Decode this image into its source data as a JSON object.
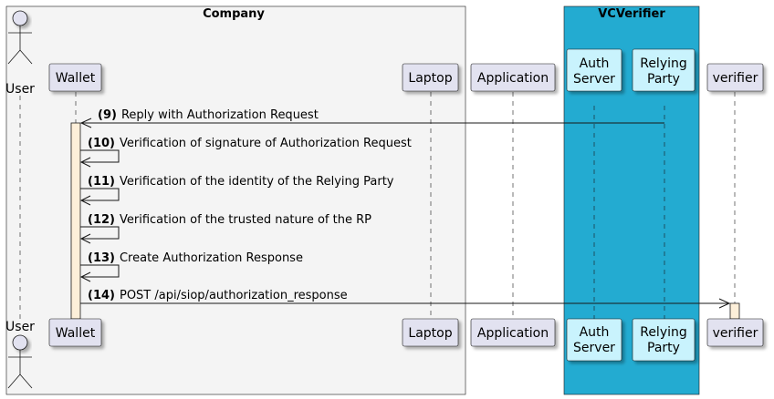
{
  "diagram": {
    "groups": [
      {
        "id": "company",
        "title": "Company",
        "fill": "#f4f4f4"
      },
      {
        "id": "vcverifier",
        "title": "VCVerifier",
        "fill": "#23abd1"
      }
    ],
    "participants": [
      {
        "id": "user",
        "label": "User",
        "kind": "actor"
      },
      {
        "id": "wallet",
        "label": "Wallet",
        "kind": "participant"
      },
      {
        "id": "laptop",
        "label": "Laptop",
        "kind": "participant"
      },
      {
        "id": "application",
        "label": "Application",
        "kind": "participant"
      },
      {
        "id": "auth",
        "label": "Auth\nServer",
        "kind": "participant"
      },
      {
        "id": "rp",
        "label": "Relying\nParty",
        "kind": "participant"
      },
      {
        "id": "verifier",
        "label": "verifier",
        "kind": "participant"
      }
    ],
    "messages": [
      {
        "num": "(9)",
        "text": "Reply with Authorization Request",
        "from": "rp",
        "to": "wallet"
      },
      {
        "num": "(10)",
        "text": "Verification of signature of Authorization Request",
        "from": "wallet",
        "to": "wallet"
      },
      {
        "num": "(11)",
        "text": "Verification of the identity of the Relying Party",
        "from": "wallet",
        "to": "wallet"
      },
      {
        "num": "(12)",
        "text": "Verification of the trusted nature of the RP",
        "from": "wallet",
        "to": "wallet"
      },
      {
        "num": "(13)",
        "text": "Create Authorization Response",
        "from": "wallet",
        "to": "wallet"
      },
      {
        "num": "(14)",
        "text": "POST /api/siop/authorization_response",
        "from": "wallet",
        "to": "verifier"
      }
    ],
    "colors": {
      "participant_fill": "#e2e2f0",
      "vc_participant_fill": "#c9f3fd",
      "activation_fill": "#fdefd9",
      "border": "#181818"
    }
  }
}
